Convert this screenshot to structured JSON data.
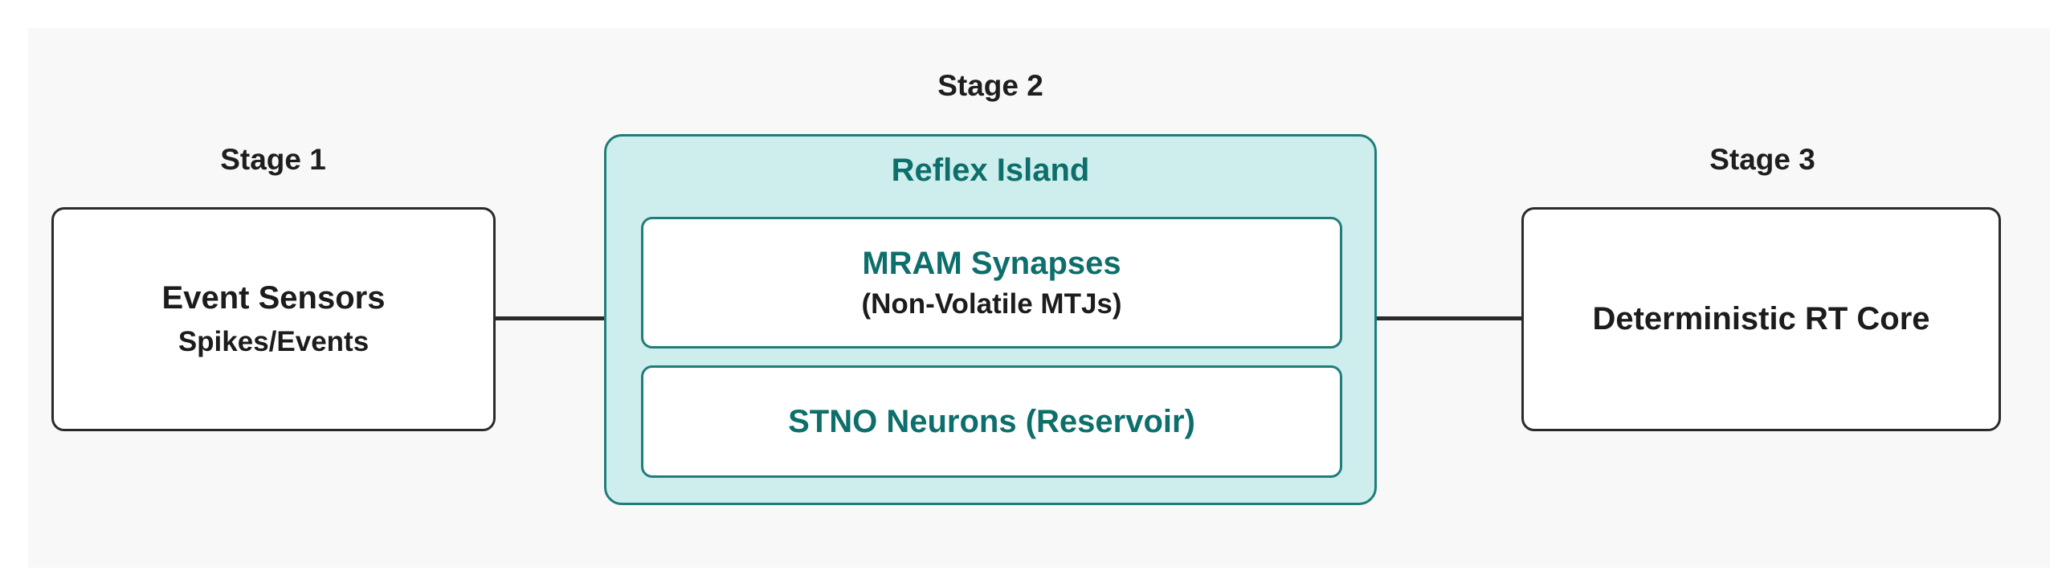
{
  "stages": {
    "stage1_label": "Stage 1",
    "stage2_label": "Stage 2",
    "stage3_label": "Stage 3"
  },
  "event_sensors": {
    "title": "Event Sensors",
    "subtitle": "Spikes/Events"
  },
  "reflex_island": {
    "title": "Reflex Island",
    "mram": {
      "title": "MRAM Synapses",
      "subtitle": "(Non-Volatile MTJs)"
    },
    "stno": {
      "title": "STNO Neurons (Reservoir)"
    }
  },
  "rt_core": {
    "title": "Deterministic RT Core"
  },
  "colors": {
    "island_fill": "#cdeeed",
    "island_accent": "#0d6f6b",
    "box_border": "#2a2a2a",
    "background": "#f8f8f8"
  }
}
